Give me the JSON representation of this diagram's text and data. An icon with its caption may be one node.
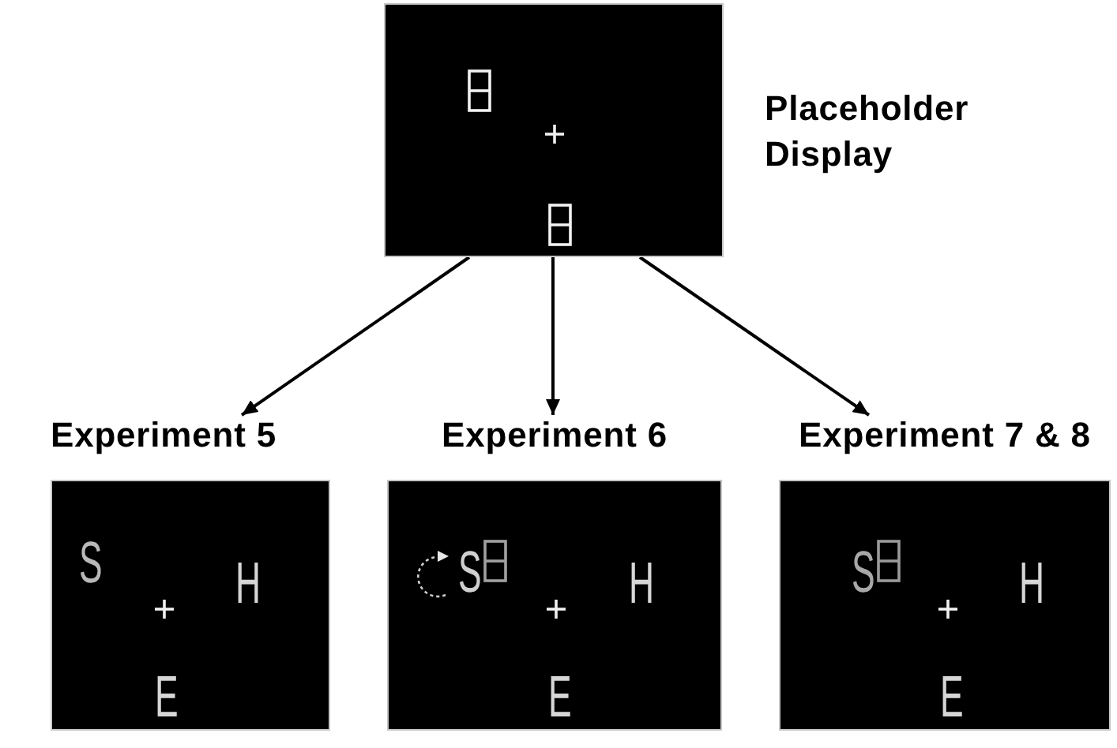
{
  "diagram": {
    "nodes": [
      {
        "text": [],
        "shape": "picture",
        "beside": [
          "Placeholder Display"
        ]
      },
      {
        "text": [
          "Experiment 5",
          "S",
          "H",
          "E"
        ]
      },
      {
        "text": [
          "Experiment 6",
          "S",
          "H",
          "E"
        ]
      },
      {
        "text": [
          "Experiment 7 & 8",
          "S",
          "H",
          "E"
        ]
      }
    ],
    "edges": [
      {
        "from": 0,
        "to": 1,
        "arrow": "to"
      },
      {
        "from": 0,
        "to": 2,
        "arrow": "to"
      },
      {
        "from": 0,
        "to": 3,
        "arrow": "to"
      }
    ]
  }
}
